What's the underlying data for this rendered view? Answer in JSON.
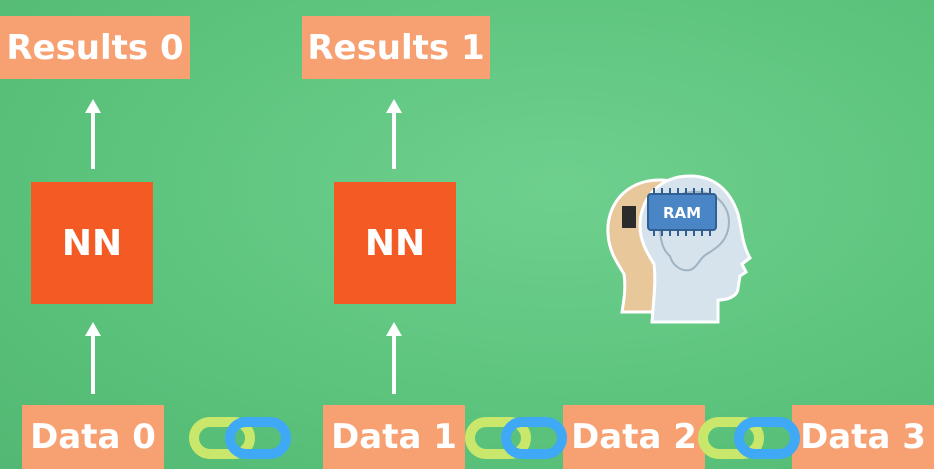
{
  "results": [
    "Results 0",
    "Results 1"
  ],
  "nn_labels": [
    "NN",
    "NN"
  ],
  "data_labels": [
    "Data 0",
    "Data 1",
    "Data 2",
    "Data 3"
  ],
  "memory": {
    "chip_label": "RAM"
  },
  "colors": {
    "background": "#5cc47d",
    "label_box": "#f7a173",
    "nn_box": "#f45a24",
    "link_green": "#c9e86b",
    "link_blue": "#3fa9f5"
  },
  "icons": [
    "arrow-up-icon",
    "chain-link-icon",
    "head-memory-icon",
    "ram-chip-icon"
  ]
}
